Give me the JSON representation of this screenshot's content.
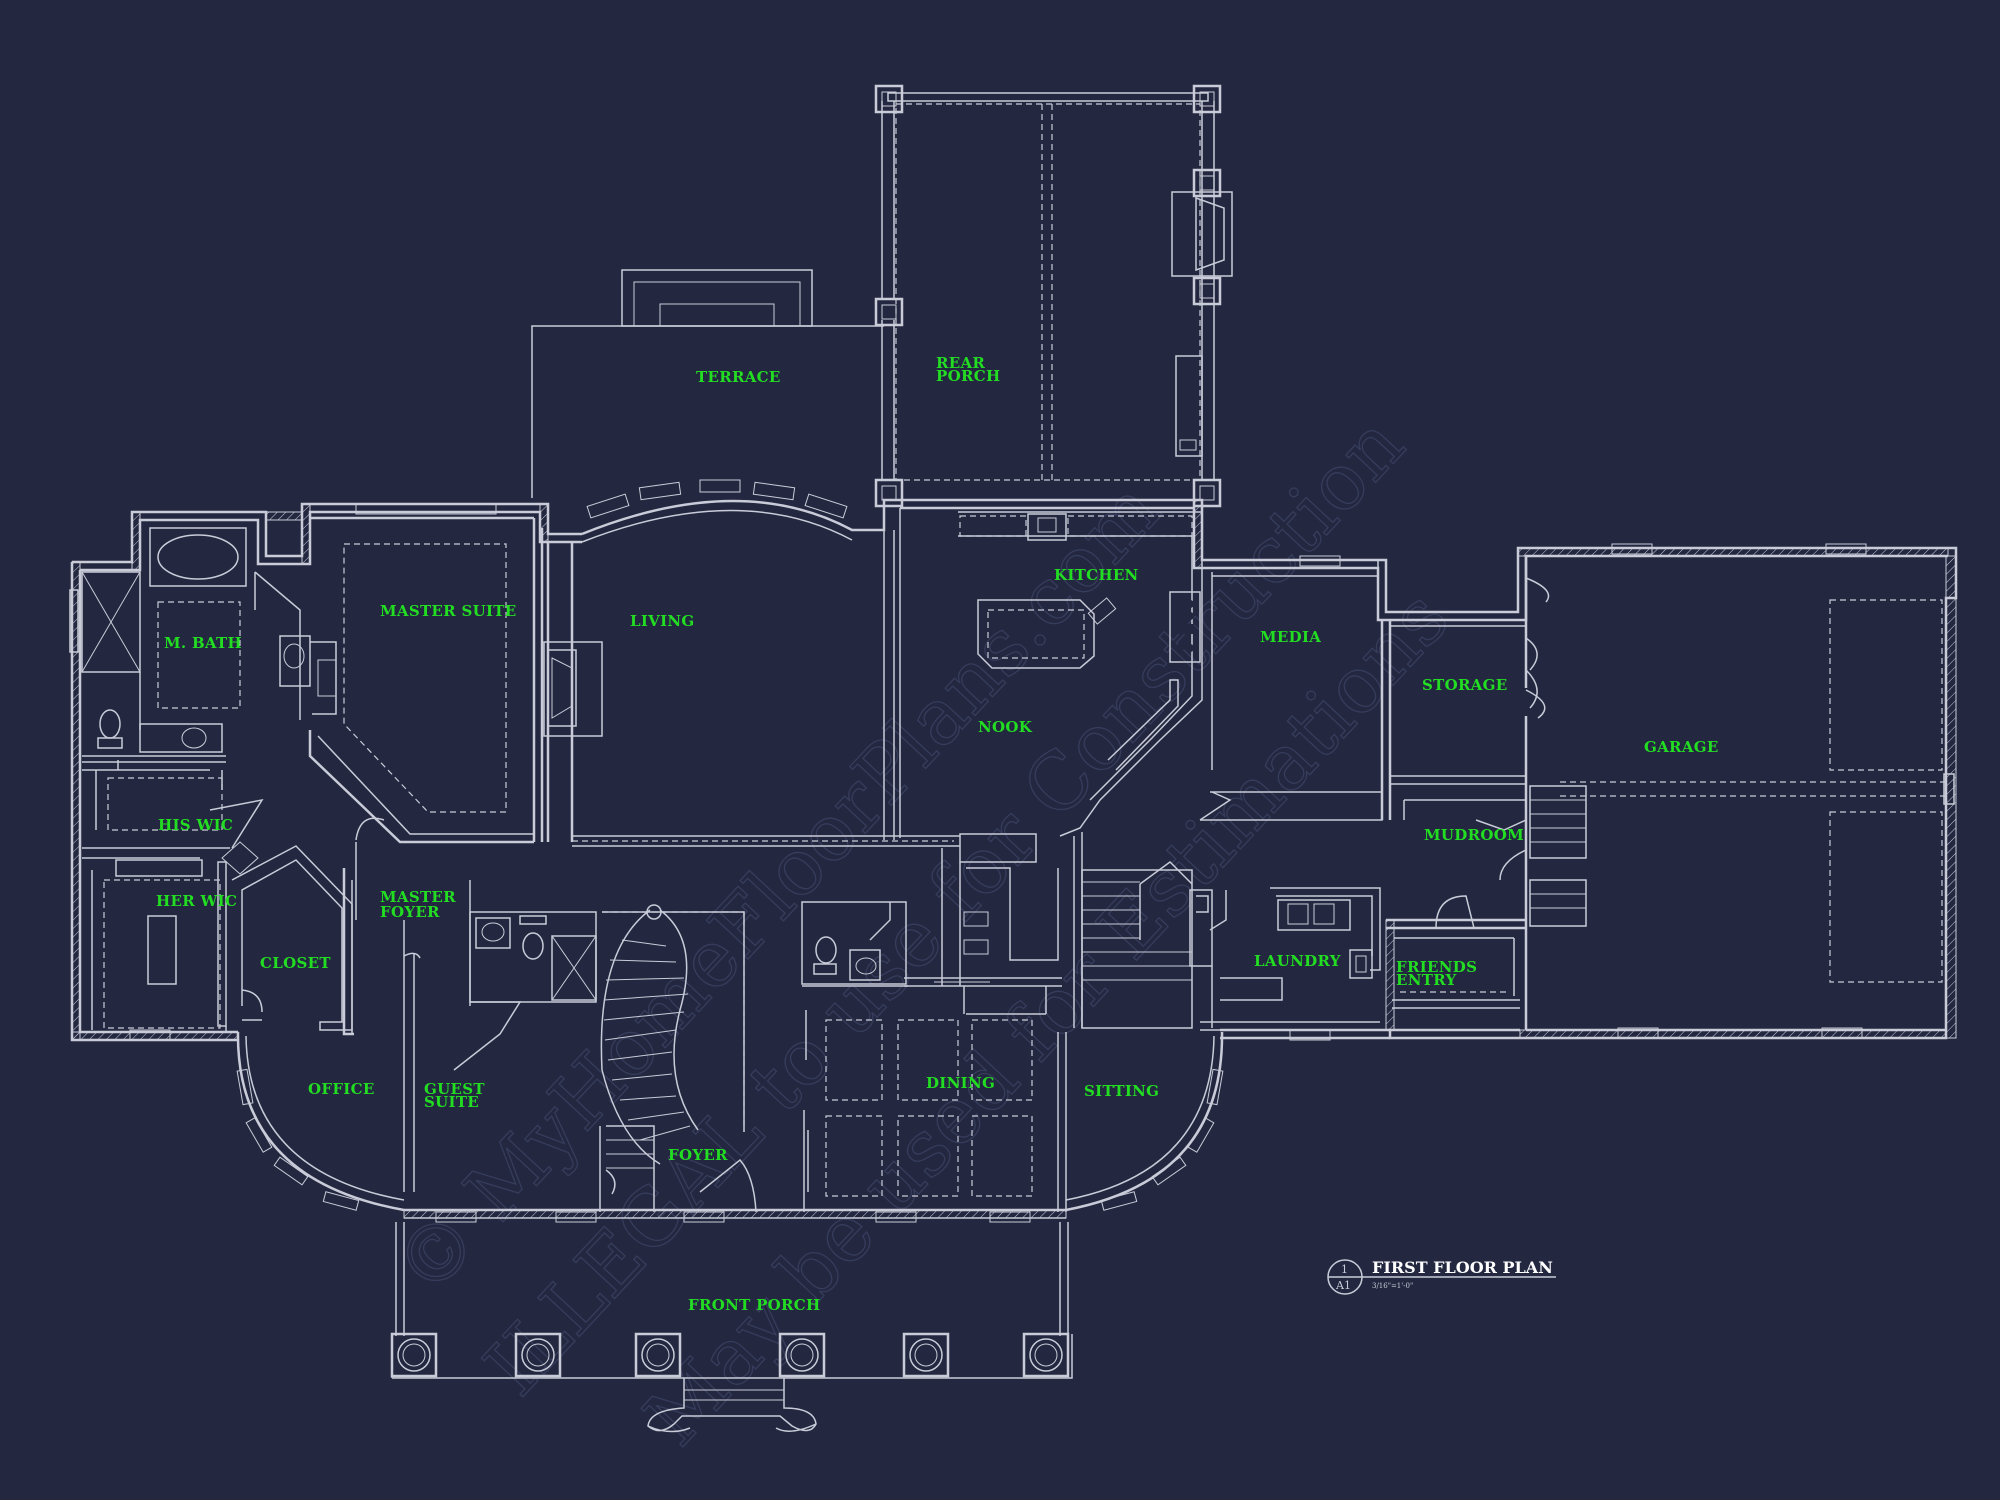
{
  "drawing": {
    "title": "FIRST FLOOR PLAN",
    "scale": "3/16\"=1'-0\"",
    "detail_number": "1",
    "sheet_number": "A1"
  },
  "rooms": {
    "terrace": "TERRACE",
    "rear_porch": "REAR\nPORCH",
    "master_suite": "MASTER SUITE",
    "living": "LIVING",
    "kitchen": "KITCHEN",
    "media": "MEDIA",
    "m_bath": "M. BATH",
    "storage": "STORAGE",
    "garage": "GARAGE",
    "nook": "NOOK",
    "his_wic": "HIS WIC",
    "mudroom": "MUDROOM",
    "master_foyer": "MASTER\nFOYER",
    "her_wic": "HER WIC",
    "closet": "CLOSET",
    "laundry": "LAUNDRY",
    "friends_entry": "FRIENDS\nENTRY",
    "office": "OFFICE",
    "guest_suite": "GUEST\nSUITE",
    "dining": "DINING",
    "sitting": "SITTING",
    "foyer": "FOYER",
    "front_porch": "FRONT PORCH"
  },
  "watermark": {
    "line1": "© MyHomeFloorPlans.com",
    "line2": "ILLEGAL to use for Construction",
    "line3": "May be used for Estimations"
  },
  "colors": {
    "background": "#232840",
    "linework": "#c9ccd8",
    "room_labels": "#22dd22",
    "title_text": "#ffffff",
    "watermark": "#3a4060"
  }
}
